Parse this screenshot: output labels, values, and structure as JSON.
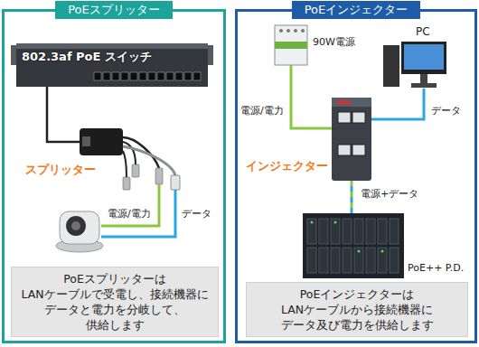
{
  "diagram": {
    "nodes": [
      {
        "text": [
          "PoEスプリッター"
        ]
      },
      {
        "text": [
          "802.3af PoE スイッチ"
        ],
        "in": 0
      },
      {
        "text": [
          "スプリッター"
        ],
        "in": 0
      },
      {
        "text": [
          "PoEスプリッターは LANケーブルで受電し、接続機器に データと電力を分岐して、供給します"
        ],
        "in": 0
      },
      {
        "text": [
          "PoEインジェクター"
        ]
      },
      {
        "text": [
          "90W電源"
        ],
        "in": 4
      },
      {
        "text": [
          "PC"
        ],
        "in": 4
      },
      {
        "text": [
          "インジェクター"
        ],
        "in": 4
      },
      {
        "text": [
          "PoE++ P.D."
        ],
        "in": 4
      },
      {
        "text": [
          "PoEインジェクターは LANケーブルから接続機器に データ及び電力を供給します"
        ],
        "in": 4
      }
    ],
    "edges": [
      {
        "from": 1,
        "to": 2,
        "arrow": "none"
      },
      {
        "from": 5,
        "to": 7,
        "label": "電源/電力",
        "arrow": "none"
      },
      {
        "from": 6,
        "to": 7,
        "label": "データ",
        "arrow": "none"
      },
      {
        "from": 7,
        "to": 8,
        "label": "電源+データ",
        "arrow": "none"
      }
    ],
    "labels": [
      "電源/電力",
      "データ"
    ]
  }
}
